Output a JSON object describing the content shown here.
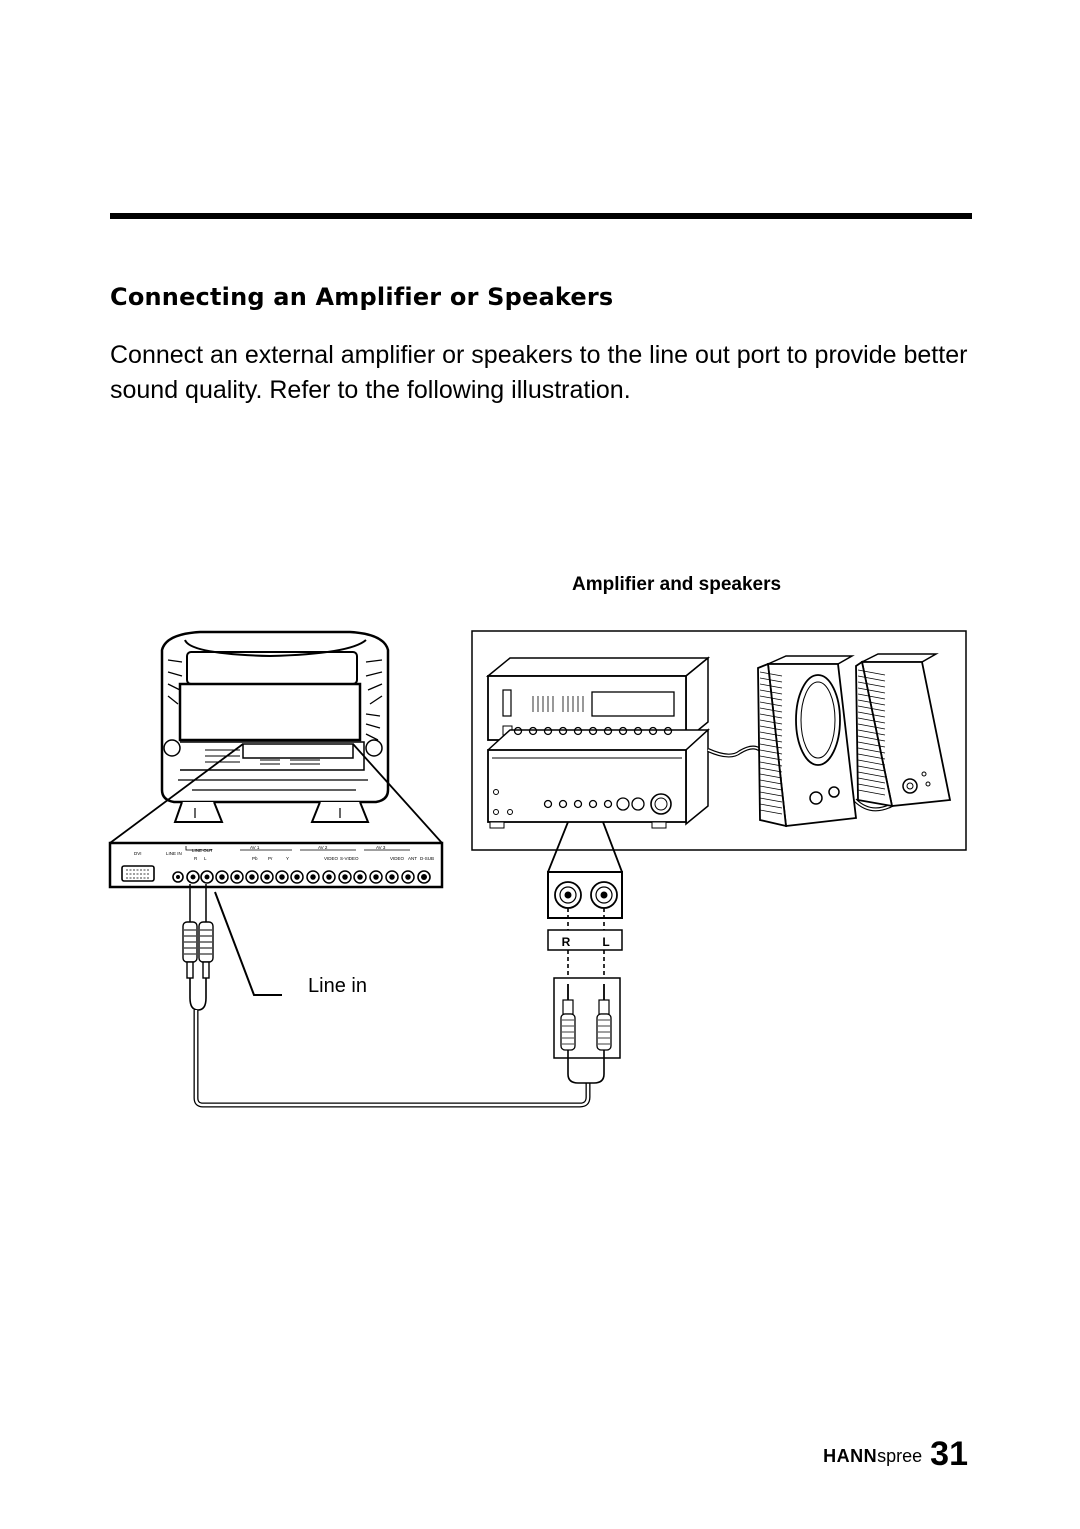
{
  "section": {
    "title": "Connecting an Amplifier or Speakers",
    "body": "Connect an external amplifier or speakers to the line out port to provide better sound quality. Refer to the following illustration."
  },
  "illustration": {
    "amp_label": "Amplifier and speakers",
    "line_in_label": "Line in",
    "right_channel": "R",
    "left_channel": "L",
    "panel_labels": {
      "dvi": "DVI",
      "line_in": "LINE IN",
      "line_out": "LINE OUT",
      "av1": "AV 1",
      "av2": "AV 2",
      "av3": "AV 3",
      "pb": "Pb",
      "pr": "Pr",
      "y": "Y",
      "video": "VIDEO",
      "svideo": "S-VIDEO",
      "ant": "ANT",
      "dsub": "D-SUB"
    }
  },
  "footer": {
    "brand_bold": "HANN",
    "brand_light": "spree",
    "page_number": "31"
  }
}
